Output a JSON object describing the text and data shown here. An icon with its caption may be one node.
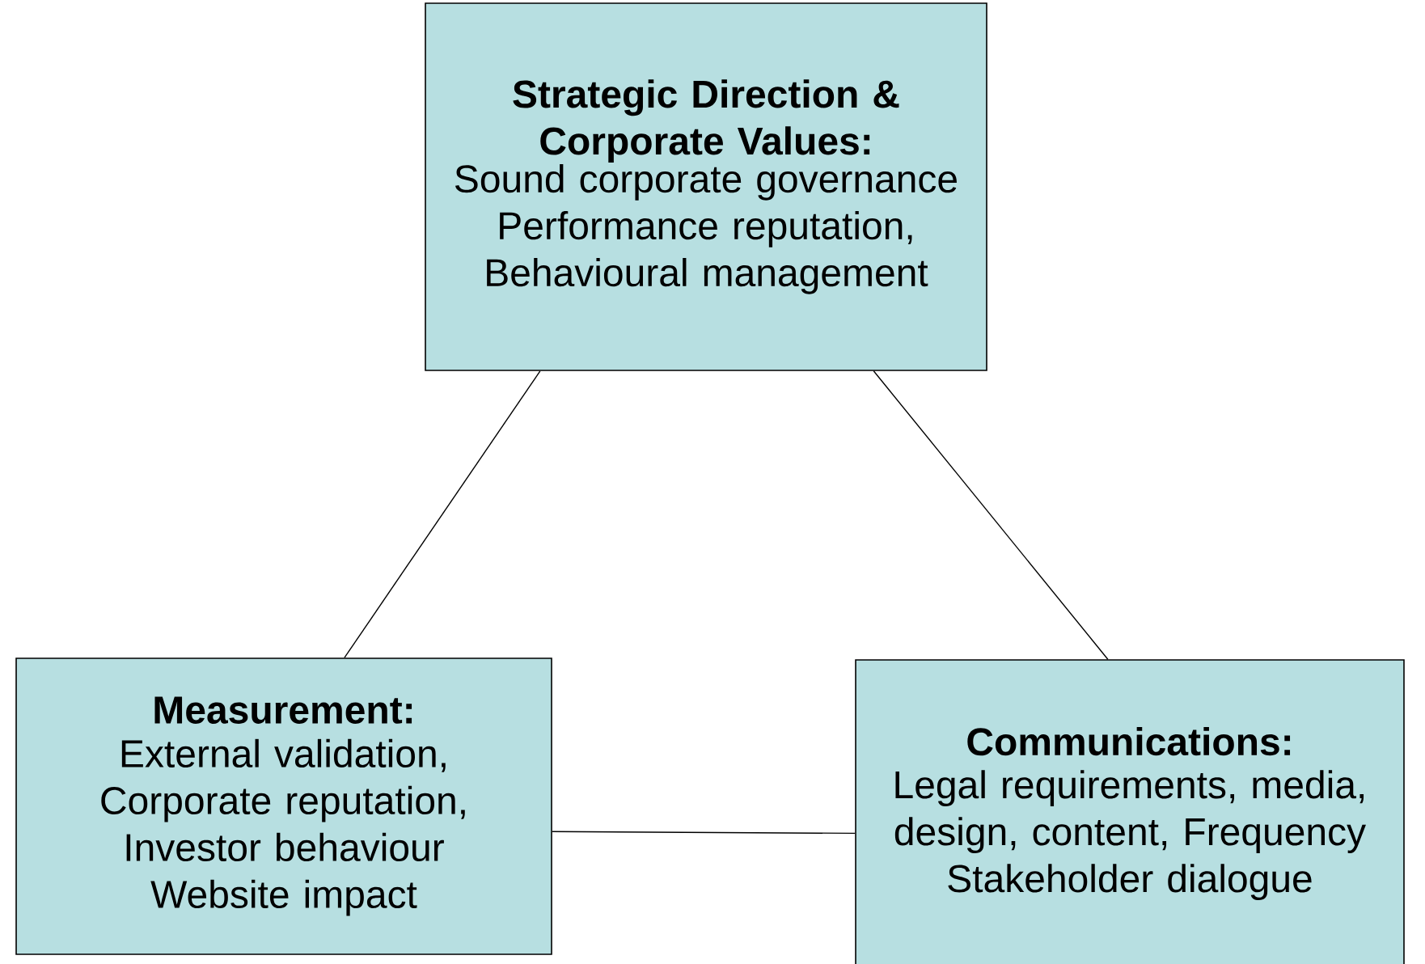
{
  "diagram": {
    "nodes": [
      {
        "text": [
          "Strategic Direction & Corporate Values:",
          "Sound corporate governance Performance reputation, Behavioural management"
        ]
      },
      {
        "text": [
          "Measurement:",
          "External validation, Corporate reputation, Investor behaviour Website impact"
        ]
      },
      {
        "text": [
          "Communications:",
          "Legal requirements, media, design, content, Frequency Stakeholder dialogue"
        ]
      }
    ],
    "edges": [
      {
        "from": 0,
        "to": 1,
        "arrow": "none"
      },
      {
        "from": 0,
        "to": 2,
        "arrow": "none"
      },
      {
        "from": 1,
        "to": 2,
        "arrow": "none"
      }
    ]
  }
}
